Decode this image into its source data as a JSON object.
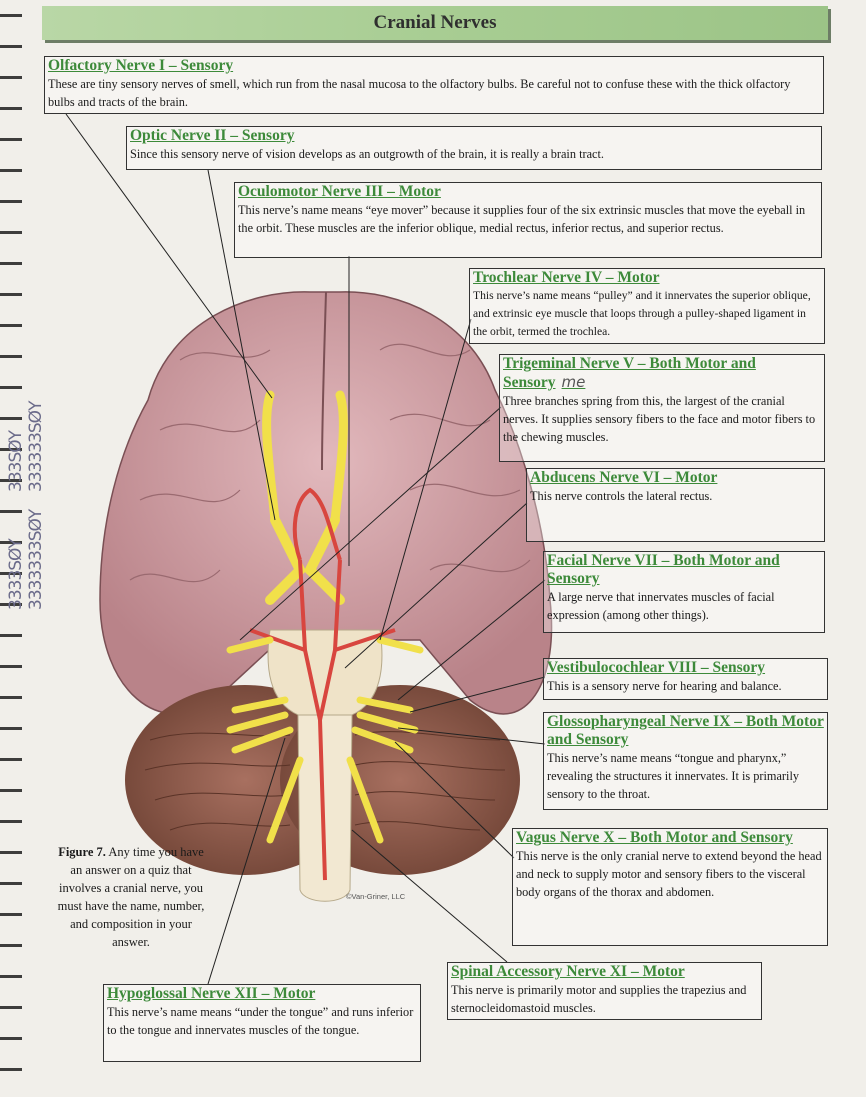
{
  "page_title": "Cranial Nerves",
  "margin_notes": [
    "333SØY 333333SØY",
    "3333SØY 3333333SØY"
  ],
  "nerves": [
    {
      "title": "Olfactory Nerve I – Sensory",
      "description": "These are tiny sensory nerves of smell, which run from the nasal mucosa to the olfactory bulbs.  Be careful not to confuse these with the thick olfactory bulbs and tracts of the brain."
    },
    {
      "title": "Optic Nerve II – Sensory",
      "description": "Since this sensory nerve of vision develops as an outgrowth of the brain, it is really a brain tract."
    },
    {
      "title": "Oculomotor Nerve III – Motor",
      "description": "This nerve’s name means “eye mover” because it supplies four of the six extrinsic muscles that move the eyeball in the orbit.  These muscles are the inferior oblique, medial rectus, inferior rectus, and superior rectus."
    },
    {
      "title": "Trochlear Nerve IV – Motor",
      "description": "This nerve’s name means “pulley” and it innervates the superior oblique, and extrinsic eye muscle that loops through a pulley-shaped ligament in the orbit, termed the trochlea."
    },
    {
      "title": "Trigeminal Nerve V – Both Motor and Sensory",
      "handwritten": "me",
      "description": "Three branches spring from this, the largest of the cranial nerves. It supplies sensory fibers to the face and motor fibers to the chewing muscles."
    },
    {
      "title": "Abducens Nerve VI – Motor",
      "description": "This nerve controls the lateral rectus."
    },
    {
      "title": "Facial Nerve VII – Both Motor and Sensory",
      "description": "A large nerve that innervates muscles of facial expression (among other things)."
    },
    {
      "title": "Vestibulocochlear VIII – Sensory",
      "description": "This is a sensory nerve for hearing and balance."
    },
    {
      "title": "Glossopharyngeal Nerve IX – Both Motor and Sensory",
      "description": "This nerve’s name means “tongue and pharynx,” revealing the structures it innervates.  It is primarily sensory to the throat."
    },
    {
      "title": "Vagus Nerve X – Both Motor and Sensory",
      "description": "This nerve is the only cranial nerve to extend beyond the head and neck to supply motor and sensory fibers to the visceral body organs of the thorax and abdomen."
    },
    {
      "title": "Spinal Accessory Nerve XI – Motor",
      "description": "This nerve is primarily motor and supplies the trapezius and sternocleidomastoid muscles."
    },
    {
      "title": "Hypoglossal Nerve XII – Motor",
      "description": "This nerve’s name means “under the tongue” and runs inferior to the tongue and innervates muscles of the tongue."
    }
  ],
  "figure_caption": {
    "label": "Figure 7.",
    "text": "Any time you have an answer on a quiz that involves a cranial nerve, you must have the name, number, and composition in your answer."
  },
  "copyright": "©Van-Griner, LLC",
  "colors": {
    "heading_green": "#3d8a3a",
    "banner_green": "#a8cd93",
    "nerve_yellow": "#f1e04a",
    "artery_red": "#d8463f",
    "brain_pink": "#c99aa0"
  }
}
